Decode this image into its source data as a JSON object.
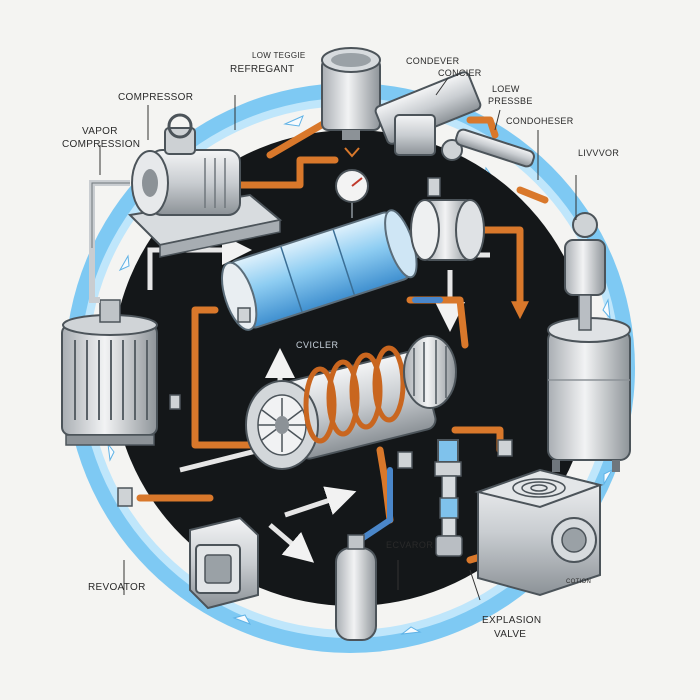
{
  "labels": {
    "compressor": "COMPRESSOR",
    "vapor_line1": "VAPOR",
    "vapor_line2": "COMPRESSION",
    "low_refrigerant_line1": "LOW TEGGIE",
    "low_refrigerant_line2": "REFREGANT",
    "condenser_top": "CONDEVER",
    "concier": "CONCIER",
    "low_pressure_line1": "LOEW",
    "low_pressure_line2": "PRESSBE",
    "condenser_right": "CONDOHESER",
    "livvor": "LIVVVOR",
    "cycler": "CVICLER",
    "revorator": "REVOATOR",
    "evaporator": "ECVAROR",
    "expansion_line1": "EXPLASION",
    "expansion_line2": "VALVE",
    "small_tag": "COTION"
  },
  "colors": {
    "ring_blue": "#8fd0f5",
    "core_dark": "#141719",
    "pipe_orange": "#d9782b",
    "pipe_blue": "#4a86c9",
    "metal_light": "#e6e8ea",
    "metal_mid": "#b9bec3",
    "metal_dark": "#6f767c",
    "cylinder_blue": "#7fc2ec"
  }
}
